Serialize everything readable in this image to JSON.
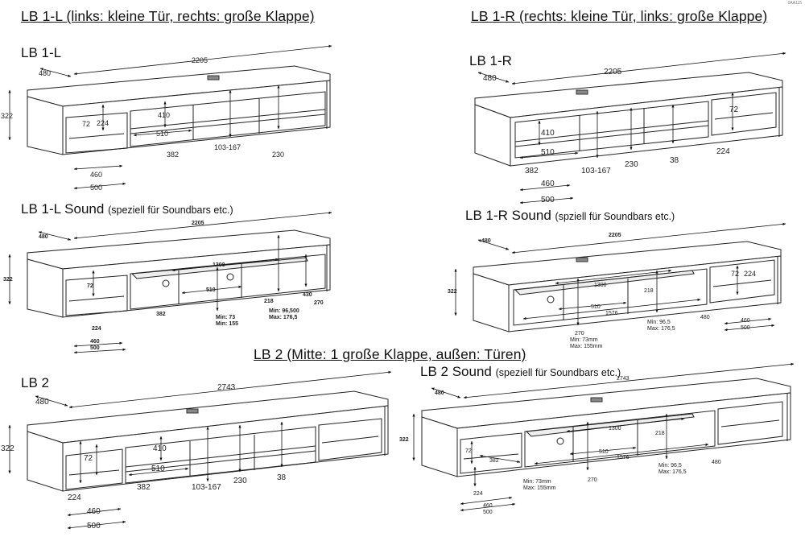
{
  "doc_code": "0AA115",
  "headings": {
    "lb1l": "LB 1-L (links: kleine Tür, rechts: große Klappe)",
    "lb1r": "LB 1-R (rechts: kleine Tür, links: große Klappe)",
    "lb2": "LB 2 (Mitte: 1 große Klappe, außen: Türen)"
  },
  "variants": {
    "lb1l": {
      "name": "LB 1-L"
    },
    "lb1r": {
      "name": "LB 1-R"
    },
    "lb1l_sound": {
      "name": "LB 1-L Sound",
      "note": "(speziell für Soundbars etc.)"
    },
    "lb1r_sound": {
      "name": "LB 1-R Sound",
      "note": "(spziell für Soundbars etc.)"
    },
    "lb2": {
      "name": "LB 2"
    },
    "lb2_sound": {
      "name": "LB 2 Sound",
      "note": "(speziell für Soundbars etc.)"
    }
  },
  "dims": {
    "lb1l": {
      "width": "2205",
      "depth": "480",
      "height": "322",
      "a": "72",
      "b": "224",
      "c": "410",
      "d": "510",
      "e": "382",
      "f": "103-167",
      "g": "230",
      "h": "460",
      "i": "500"
    },
    "lb1r": {
      "width": "2205",
      "depth": "480",
      "a": "72",
      "c": "410",
      "d": "510",
      "e": "382",
      "f": "103-167",
      "g": "230",
      "k": "38",
      "b": "224",
      "h": "460",
      "i": "500"
    },
    "lb1l_sound": {
      "width": "2205",
      "depth": "480",
      "height": "322",
      "a": "72",
      "b": "224",
      "s": "1300",
      "d": "510",
      "e": "382",
      "m1": "Min: 73",
      "m2": "Min: 155",
      "p": "218",
      "n1": "Min: 96,500",
      "n2": "Max: 176,5",
      "q": "430",
      "r": "270",
      "h": "460",
      "i": "500"
    },
    "lb1r_sound": {
      "width": "2205",
      "depth": "480",
      "height": "322",
      "s": "1300",
      "p": "218",
      "d": "510",
      "t": "1576",
      "a": "72",
      "b": "224",
      "m1": "Min: 73mm",
      "m2": "Max: 155mm",
      "r": "270",
      "n1": "Min: 96,5",
      "n2": "Max: 176,5",
      "q": "480",
      "h": "460",
      "i": "500"
    },
    "lb2": {
      "width": "2743",
      "depth": "480",
      "height": "322",
      "a": "72",
      "b": "224",
      "c": "410",
      "d": "510",
      "e": "382",
      "f": "103-167",
      "g": "230",
      "k": "38",
      "h": "460",
      "i": "500"
    },
    "lb2_sound": {
      "width": "2743",
      "depth": "480",
      "height": "322",
      "a": "72",
      "e": "382",
      "b": "224",
      "s": "1300",
      "p": "218",
      "d": "510",
      "t": "1576",
      "m1": "Min: 73mm",
      "m2": "Max: 155mm",
      "r": "270",
      "n1": "Min: 96,5",
      "n2": "Max: 176,5",
      "q": "480",
      "h": "460",
      "i": "500"
    }
  }
}
